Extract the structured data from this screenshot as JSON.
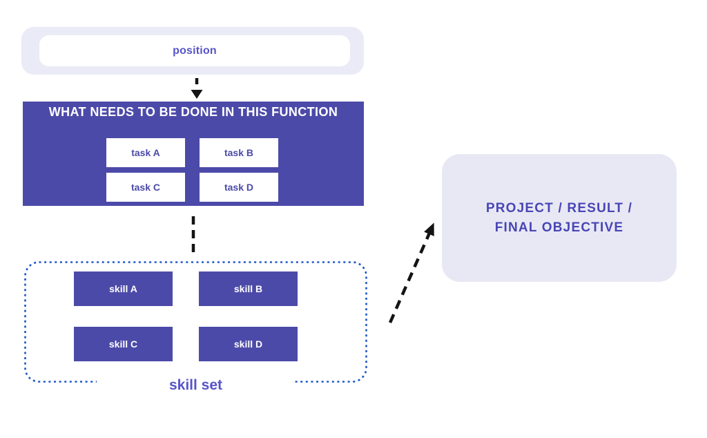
{
  "canvas": {
    "background": "#ffffff"
  },
  "palette": {
    "primary_purple": "#4C4AA8",
    "lavender_capsule": "#EBEBF7",
    "lavender_panel": "#E8E8F4",
    "purple_label_text": "#5753C9",
    "deep_purple_text": "#4845B5",
    "task_text_purple": "#4B49A8",
    "dotted_border_blue": "#1B55C7",
    "arrow_black": "#141414"
  },
  "position_capsule": {
    "label": "position"
  },
  "function_box": {
    "title": "WHAT NEEDS TO BE DONE IN THIS FUNCTION",
    "tasks": [
      "task A",
      "task B",
      "task C",
      "task D"
    ]
  },
  "skill_set": {
    "label": "skill set",
    "skills": [
      "skill A",
      "skill B",
      "skill C",
      "skill D"
    ]
  },
  "objective_box": {
    "line1": "PROJECT / RESULT /",
    "line2": "FINAL OBJECTIVE"
  }
}
